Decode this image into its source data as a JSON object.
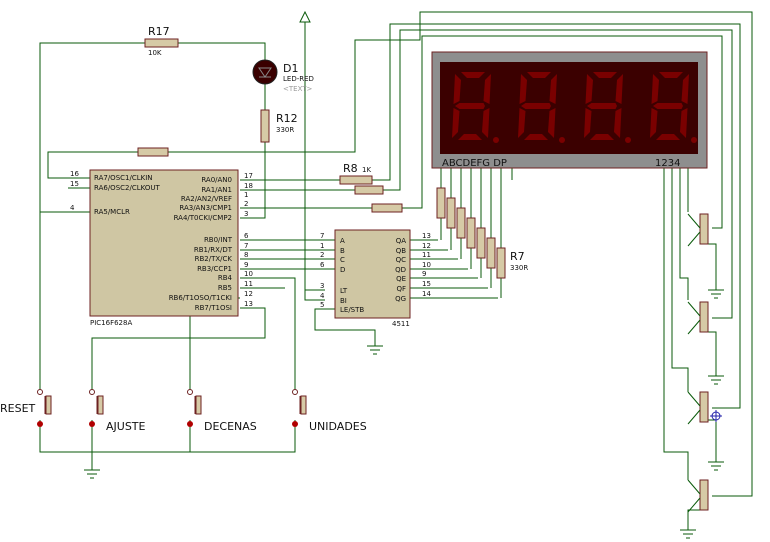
{
  "mcu": {
    "ref": "PIC16F628A",
    "left_pins": [
      {
        "num": "16",
        "label": "RA7/OSC1/CLKIN"
      },
      {
        "num": "15",
        "label": "RA6/OSC2/CLKOUT"
      },
      {
        "num": "4",
        "label": "RA5/MCLR"
      }
    ],
    "right_pins": [
      {
        "num": "17",
        "label": "RA0/AN0"
      },
      {
        "num": "18",
        "label": "RA1/AN1"
      },
      {
        "num": "1",
        "label": "RA2/AN2/VREF"
      },
      {
        "num": "2",
        "label": "RA3/AN3/CMP1"
      },
      {
        "num": "3",
        "label": "RA4/T0CKI/CMP2"
      },
      {
        "num": "6",
        "label": "RB0/INT"
      },
      {
        "num": "7",
        "label": "RB1/RX/DT"
      },
      {
        "num": "8",
        "label": "RB2/TX/CK"
      },
      {
        "num": "9",
        "label": "RB3/CCP1"
      },
      {
        "num": "10",
        "label": "RB4"
      },
      {
        "num": "11",
        "label": "RB5"
      },
      {
        "num": "12",
        "label": "RB6/T1OSO/T1CKI"
      },
      {
        "num": "13",
        "label": "RB7/T1OSI"
      }
    ]
  },
  "decoder": {
    "ref": "4511",
    "left_pins": [
      {
        "num": "7",
        "label": "A"
      },
      {
        "num": "1",
        "label": "B"
      },
      {
        "num": "2",
        "label": "C"
      },
      {
        "num": "6",
        "label": "D"
      },
      {
        "num": "3",
        "label": "LT"
      },
      {
        "num": "4",
        "label": "BI"
      },
      {
        "num": "5",
        "label": "LE/STB"
      }
    ],
    "right_pins": [
      {
        "num": "13",
        "label": "QA"
      },
      {
        "num": "12",
        "label": "QB"
      },
      {
        "num": "11",
        "label": "QC"
      },
      {
        "num": "10",
        "label": "QD"
      },
      {
        "num": "9",
        "label": "QE"
      },
      {
        "num": "15",
        "label": "QF"
      },
      {
        "num": "14",
        "label": "QG"
      }
    ]
  },
  "components": {
    "r17": {
      "ref": "R17",
      "value": "10K"
    },
    "d1": {
      "ref": "D1",
      "value": "LED-RED",
      "text": "<TEXT>"
    },
    "r12": {
      "ref": "R12",
      "value": "330R"
    },
    "r8": {
      "ref": "R8",
      "value": "1K"
    },
    "r7": {
      "ref": "R7",
      "value": "330R"
    }
  },
  "display": {
    "segments_label": "ABCDEFG  DP",
    "digits_label": "1234"
  },
  "buttons": [
    {
      "label": "RESET"
    },
    {
      "label": "AJUSTE"
    },
    {
      "label": "DECENAS"
    },
    {
      "label": "UNIDADES"
    }
  ],
  "colors": {
    "wire": "#0a5a0a",
    "component_body": "#cfc6a3",
    "outline": "#6d2222",
    "display_bg": "#8e8e8e",
    "segment": "#7a0000"
  }
}
